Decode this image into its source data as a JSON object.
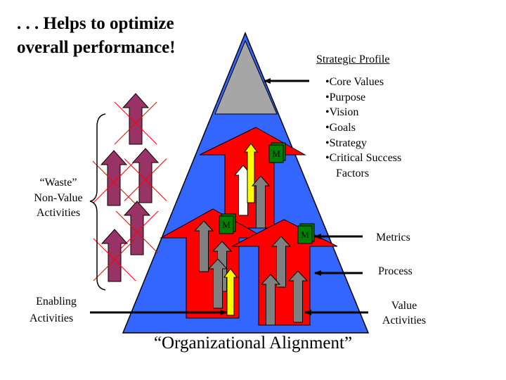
{
  "title": {
    "line1": ". . . Helps to optimize",
    "line2": "overall performance!"
  },
  "strategic_profile": {
    "heading": "Strategic Profile",
    "items": [
      "•Core Values",
      "•Purpose",
      "•Vision",
      "•Goals",
      "•Strategy",
      "•Critical Success"
    ],
    "continuation": "Factors"
  },
  "waste_label": {
    "line1": "“Waste”",
    "line2": "Non-Value",
    "line3": "Activities"
  },
  "enabling_label": {
    "line1": "Enabling",
    "line2": "Activities"
  },
  "metrics_label": "Metrics",
  "process_label": "Process",
  "value_label": {
    "line1": "Value",
    "line2": "Activities"
  },
  "metric_box_letter": "M",
  "bottom_title": "“Organizational Alignment”",
  "colors": {
    "pyramid_blue": "#3366ff",
    "apex_gray": "#a6a6a6",
    "process_red": "#ff0000",
    "arrow_gray": "#808080",
    "enabling_yellow": "#ffff00",
    "waste_maroon": "#993366",
    "metric_green": "#008000"
  }
}
